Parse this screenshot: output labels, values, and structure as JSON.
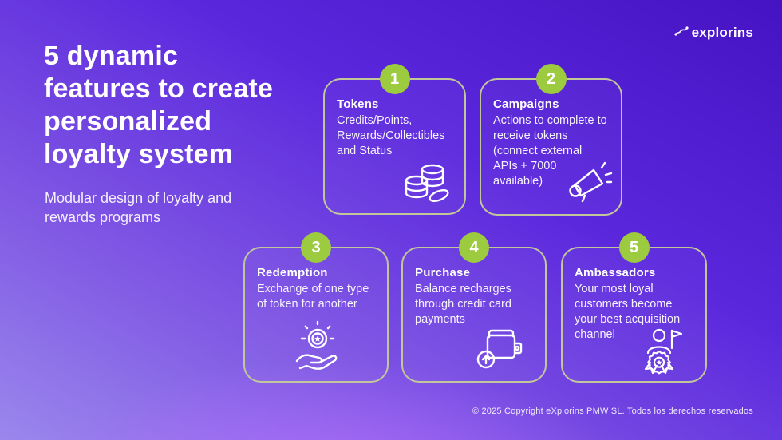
{
  "logo": {
    "text": "explorins"
  },
  "title": {
    "lines": [
      "5 dynamic",
      "features to create",
      "personalized",
      "loyalty system"
    ]
  },
  "subtitle": "Modular design of loyalty and rewards programs",
  "cards": [
    {
      "number": "1",
      "title": "Tokens",
      "body": "Credits/Points, Rewards/Collectibles and Status",
      "icon": "coins-icon"
    },
    {
      "number": "2",
      "title": "Campaigns",
      "body": "Actions to complete to receive tokens (connect external APIs + 7000 available)",
      "icon": "megaphone-icon"
    },
    {
      "number": "3",
      "title": "Redemption",
      "body": "Exchange of one type of token for another",
      "icon": "hand-coin-icon"
    },
    {
      "number": "4",
      "title": "Purchase",
      "body": "Balance recharges through credit card payments",
      "icon": "wallet-icon"
    },
    {
      "number": "5",
      "title": "Ambassadors",
      "body": "Your most loyal customers become your best acquisition channel",
      "icon": "ambassador-icon"
    }
  ],
  "footer": {
    "copyright": "© 2025 Copyright eXplorins PMW SL. Todos los derechos reservados"
  },
  "colors": {
    "background_top_right": "#4513c2",
    "background_mid": "#5b27dd",
    "background_bottom_left": "#9a87ec",
    "bottom_glow": "#b66cff",
    "badge": "#9dcb3f",
    "card_border": "#c2c79a",
    "text": "#ffffff"
  }
}
